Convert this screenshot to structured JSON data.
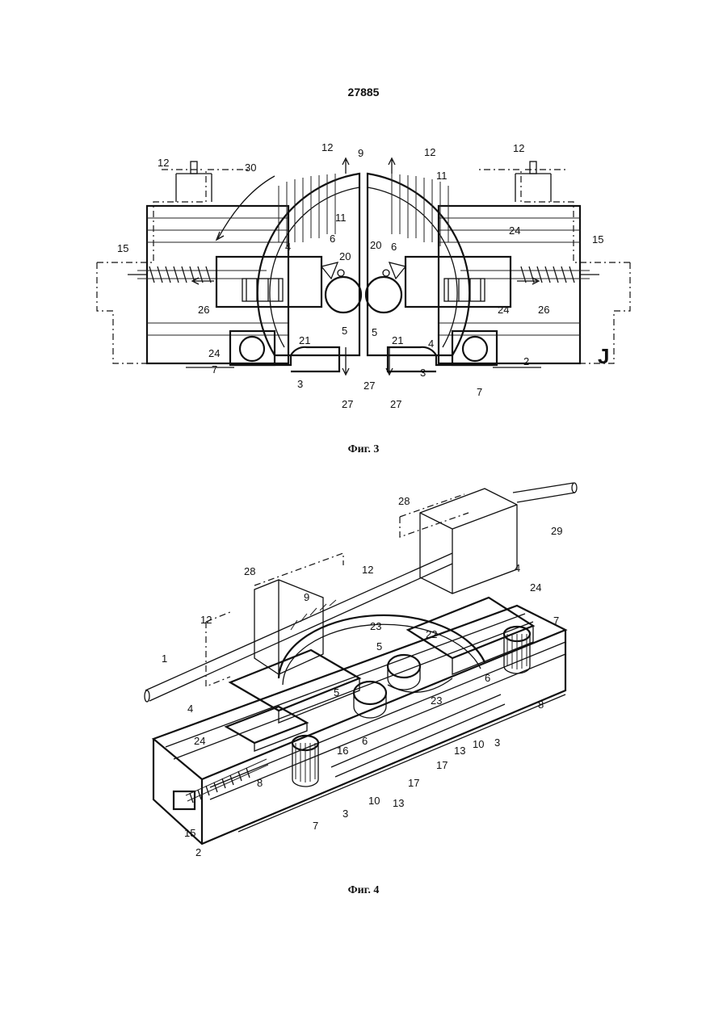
{
  "page": {
    "number": "27885"
  },
  "figure3": {
    "caption": "Фиг. 3",
    "labels": [
      "12",
      "30",
      "9",
      "12",
      "12",
      "12",
      "11",
      "11",
      "15",
      "4",
      "6",
      "20",
      "20",
      "6",
      "24",
      "15",
      "26",
      "24",
      "26",
      "5",
      "5",
      "21",
      "21",
      "4",
      "24",
      "7",
      "3",
      "27",
      "3",
      "7",
      "2",
      "27",
      "27"
    ],
    "stamp": "J"
  },
  "figure4": {
    "caption": "Фиг. 4",
    "labels": [
      "28",
      "29",
      "4",
      "24",
      "28",
      "12",
      "9",
      "12",
      "23",
      "7",
      "22",
      "5",
      "1",
      "5",
      "23",
      "6",
      "4",
      "6",
      "24",
      "8",
      "10",
      "3",
      "16",
      "17",
      "13",
      "17",
      "8",
      "10",
      "13",
      "15",
      "7",
      "3",
      "2"
    ]
  }
}
